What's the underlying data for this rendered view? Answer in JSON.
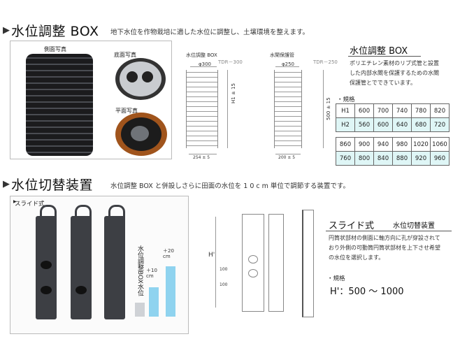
{
  "section1": {
    "marker": "▶",
    "title": "水位調整 BOX",
    "description": "地下水位を作物栽培に適した水位に調整し、土壌環境を整えます。"
  },
  "photos": {
    "side_label": "側面写真",
    "bottom_label": "底面写真",
    "top_label": "平面写真"
  },
  "drawing": {
    "left_label": "水位調整 BOX",
    "left_model": "TDR－300",
    "left_dia": "φ300",
    "left_height": "H1 ± 15",
    "left_bottom": "254 ± 5",
    "right_label": "水閘保護管",
    "right_model": "TDR－250",
    "right_dia": "φ250",
    "right_height": "500 ± 15",
    "right_bottom": "200 ± 5"
  },
  "box_info": {
    "title": "水位調整 BOX",
    "text_lines": [
      "ポリエチレン素材のリブ式管と設置",
      "した内部水閘を保護するための水閘",
      "保護管とでできています。"
    ],
    "spec_label": "・規格"
  },
  "spec_table1": {
    "row1": [
      "H1",
      "600",
      "700",
      "740",
      "780",
      "820"
    ],
    "row2": [
      "H2",
      "560",
      "600",
      "640",
      "680",
      "720"
    ]
  },
  "spec_table2": {
    "row1": [
      "860",
      "900",
      "940",
      "980",
      "1020",
      "1060"
    ],
    "row2": [
      "760",
      "800",
      "840",
      "880",
      "920",
      "960"
    ]
  },
  "section2": {
    "marker": "▶",
    "title": "水位切替装置",
    "description": "水位調整 BOX と併設しさらに田面の水位を 1 0 c m 単位で調節する装置です。"
  },
  "slide_photo": {
    "label": "スライド式",
    "vertical_text": "水位調整BOX水位",
    "plus10": "＋10 cm",
    "plus20": "＋20 cm"
  },
  "slide_drawing": {
    "h_label": "H'",
    "dim1": "100",
    "dim2": "100"
  },
  "slide_info": {
    "title": "スライド式",
    "subtitle": "水位切替装置",
    "text_lines": [
      "円筒状部材の側面に軸方向に孔が穿設されて",
      "おり外側の可動筒円筒状部材を上下させ希望",
      "の水位を選択します。"
    ],
    "spec_label": "・規格",
    "spec_value": "H'：500 〜 1000"
  },
  "colors": {
    "highlight_row": "#dff6f6",
    "pipe_dark": "#3d3f44",
    "pipe_blue": "#8fd3ef"
  }
}
